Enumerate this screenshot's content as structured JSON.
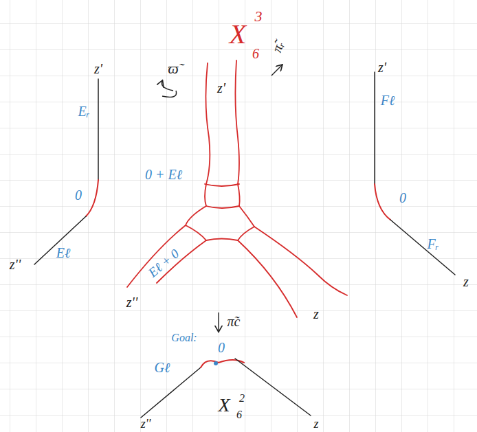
{
  "diagram": {
    "labels": [
      "X",
      "3",
      "6",
      "z'",
      "Eᵣ",
      "0",
      "Eℓ",
      "z''",
      "ϖ̃",
      "z'",
      "π̃ᵣ",
      "0 + Eℓ",
      "Eℓ + 0",
      "z''",
      "z",
      "π̃c",
      "z'",
      "Fℓ",
      "0",
      "Fᵣ",
      "z",
      "Goal:",
      "0",
      "Gℓ",
      "X",
      "2",
      "6",
      "z''",
      "z"
    ]
  }
}
